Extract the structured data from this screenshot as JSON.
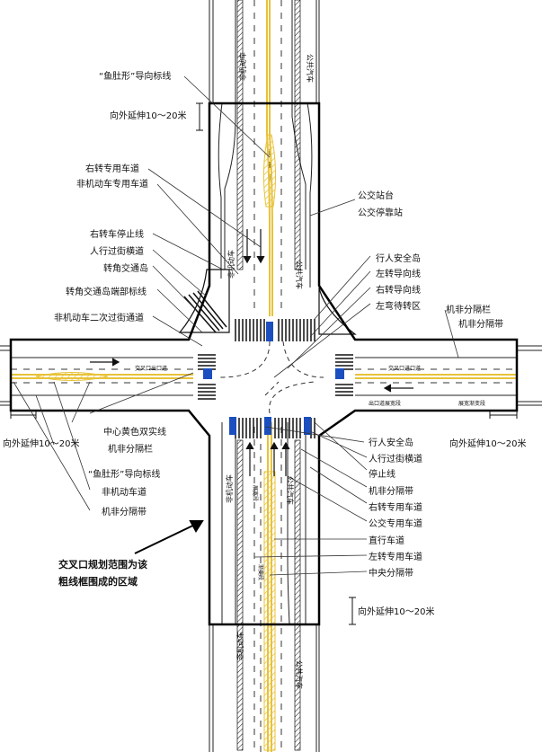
{
  "labels": {
    "fish_belly_top": "“鱼肚形”导向标线",
    "extend_top": "向外延伸10～20米",
    "right_turn_lane": "右转专用车道",
    "nonmotor_lane": "非机动车专用车道",
    "bus_stop": "公交站台",
    "bus_bay": "公交停靠站",
    "right_turn_stop_line": "右转车停止线",
    "ped_crossing": "人行过街横道",
    "corner_island": "转角交通岛",
    "corner_island_marking": "转角交通岛端部标线",
    "nonmotor_secondary": "非机动车二次过街通道",
    "ped_island_top": "行人安全岛",
    "left_guide": "左转导向线",
    "right_guide": "右转导向线",
    "left_wait": "左弯待转区",
    "mnm_fence_right": "机非分隔栏",
    "mnm_belt_right": "机非分隔带",
    "center_yellow": "中心黄色双实线",
    "mnm_fence_left": "机非分隔栏",
    "fish_belly_left": "“鱼肚形”导向标线",
    "nonmotor_left": "非机动车道",
    "mnm_belt_left": "机非分隔带",
    "extend_left": "向外延伸10～20米",
    "extend_right": "向外延伸10～20米",
    "ped_island_bottom": "行人安全岛",
    "ped_crossing_bottom": "人行过街横道",
    "stop_line": "停止线",
    "mnm_belt_bottom": "机非分隔带",
    "right_turn_bottom": "右转专用车道",
    "bus_lane": "公交专用车道",
    "straight_lane": "直行车道",
    "left_turn_lane": "左转专用车道",
    "median": "中央分隔带",
    "planning_note_1": "交叉口规划范围为该",
    "planning_note_2": "粗线框围成的区域",
    "extend_bottom": "向外延伸10～20米",
    "road_bus_1": "公共汽车",
    "road_bus_2": "公共汽车",
    "road_bus_3": "公共汽车",
    "road_bus_4": "公共汽车",
    "road_nm_1": "非机动车",
    "road_nm_2": "非机动车",
    "road_nm_3": "非机动车",
    "road_nm_4": "非机动车",
    "exit_lane_left": "交叉口出口道",
    "entry_lane_right": "交叉口进口道",
    "exit_width": "出口道展宽段",
    "taper": "展宽渐变段",
    "widen_seg": "展宽段",
    "taper_v": "渐变段"
  },
  "colors": {
    "yellow_line": "#e8c23a",
    "blue_signal": "#1b4fbf",
    "frame": "#000000"
  }
}
